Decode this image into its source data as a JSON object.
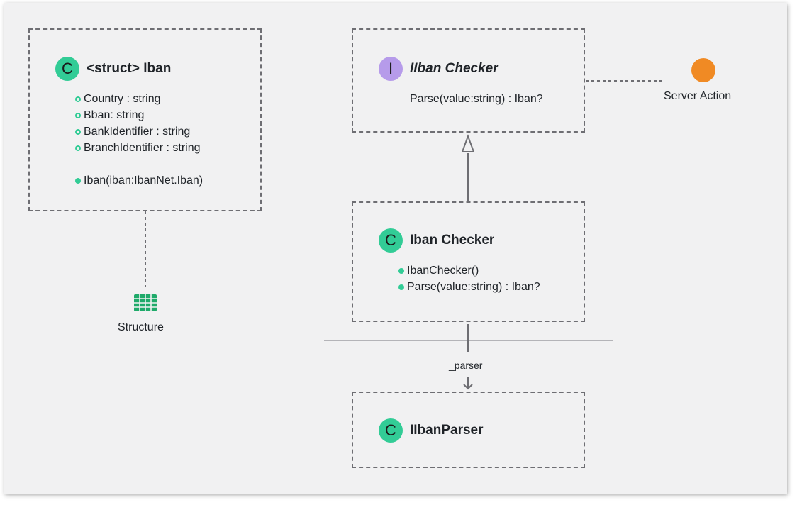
{
  "colors": {
    "class_badge": "#32cc96",
    "interface_badge": "#b69bea",
    "server_action": "#f08a24",
    "structure_icon": "#1faa6a",
    "border": "#6e6e73",
    "background": "#f1f1f2"
  },
  "iban_struct": {
    "badge": "C",
    "title": "<struct> Iban",
    "fields": [
      "Country : string",
      "Bban: string",
      "BankIdentifier : string",
      "BranchIdentifier : string"
    ],
    "methods": [
      "Iban(iban:IbanNet.Iban)"
    ]
  },
  "iiban_checker": {
    "badge": "I",
    "title": "IIban Checker",
    "methods": [
      "Parse(value:string) : Iban?"
    ]
  },
  "iban_checker": {
    "badge": "C",
    "title": "Iban Checker",
    "methods": [
      "IbanChecker()",
      "Parse(value:string) : Iban?"
    ]
  },
  "iiban_parser": {
    "badge": "C",
    "title": "IIbanParser"
  },
  "server_action": {
    "label": "Server Action",
    "icon": "circle-icon"
  },
  "structure": {
    "label": "Structure",
    "icon": "table-icon"
  },
  "edge_parser": {
    "label": "_parser"
  }
}
